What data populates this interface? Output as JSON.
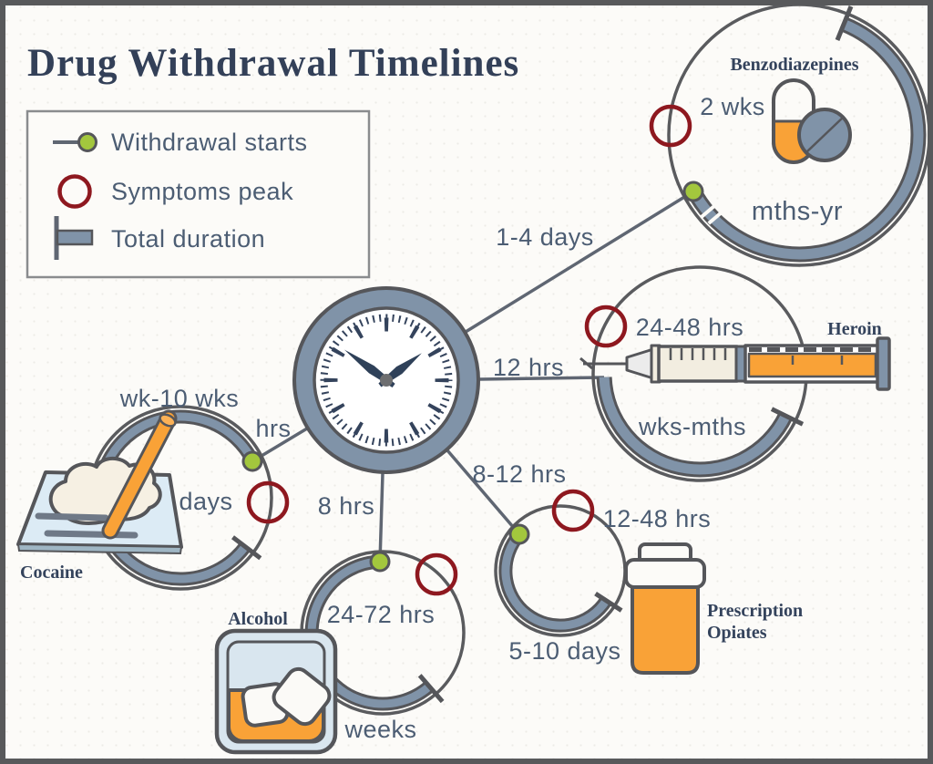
{
  "title": "Drug Withdrawal Timelines",
  "legend": {
    "items": [
      {
        "label": "Withdrawal starts",
        "marker": "green-dot-on-line"
      },
      {
        "label": "Symptoms peak",
        "marker": "dark-red-circle"
      },
      {
        "label": "Total duration",
        "marker": "thick-gray-bar"
      }
    ]
  },
  "drugs": {
    "benzodiazepines": {
      "name": "Benzodiazepines",
      "withdrawal_starts": "1-4 days",
      "symptoms_peak": "2 wks",
      "total_duration": "mths-yr",
      "icon": "capsule-and-tablet"
    },
    "heroin": {
      "name": "Heroin",
      "withdrawal_starts": "12 hrs",
      "symptoms_peak": "24-48 hrs",
      "total_duration": "wks-mths",
      "icon": "syringe"
    },
    "prescription_opiates": {
      "name_line1": "Prescription",
      "name_line2": "Opiates",
      "withdrawal_starts": "8-12 hrs",
      "symptoms_peak": "12-48 hrs",
      "total_duration": "5-10 days",
      "icon": "pill-bottle"
    },
    "alcohol": {
      "name": "Alcohol",
      "withdrawal_starts": "8 hrs",
      "symptoms_peak": "24-72 hrs",
      "total_duration": "weeks",
      "icon": "glass-with-ice"
    },
    "cocaine": {
      "name": "Cocaine",
      "withdrawal_starts": "hrs",
      "symptoms_peak": "days",
      "total_duration": "wk-10 wks",
      "icon": "mirror-powder-straw"
    }
  },
  "colors": {
    "accent_orange": "#f9a237",
    "withdrawal_start_green": "#a3c73d",
    "symptom_peak_red": "#8e181f",
    "duration_slate": "#8093a8",
    "outline_gray": "#55565a",
    "heading_navy": "#34435c",
    "label_slate_blue": "#4c5d73",
    "background": "#fcfbf8"
  }
}
